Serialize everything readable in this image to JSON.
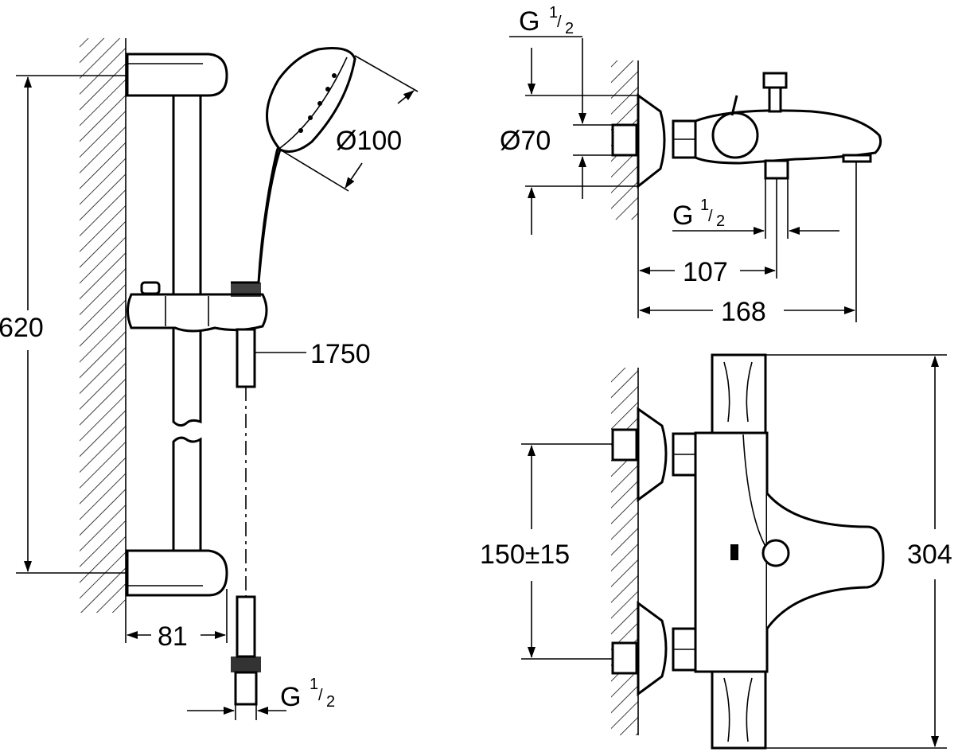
{
  "dimensions": {
    "rail_length": "620",
    "rail_depth": "81",
    "hand_shower_dia": "Ø100",
    "hose_length": "1750",
    "hose_thread": "G",
    "spout_thread_top": "G",
    "escutcheon_dia": "Ø70",
    "spout_thread": "G",
    "spout_depth": "107",
    "total_depth": "168",
    "center_distance": "150±15",
    "body_height": "304",
    "fraction_num": "1",
    "fraction_den": "2"
  }
}
